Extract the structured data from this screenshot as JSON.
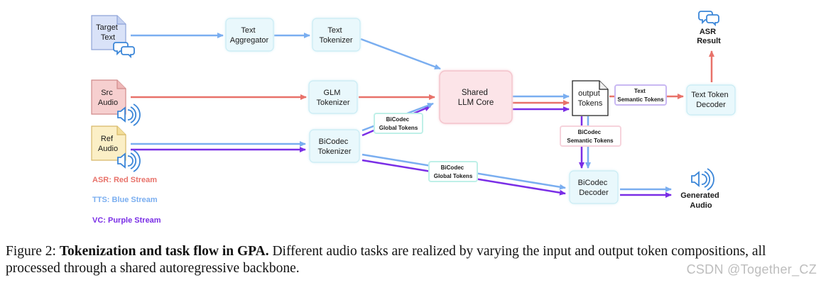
{
  "nodes": {
    "target_text": [
      "Target",
      "Text"
    ],
    "src_audio": [
      "Src",
      "Audio"
    ],
    "ref_audio": [
      "Ref",
      "Audio"
    ],
    "text_aggregator": [
      "Text",
      "Aggregator"
    ],
    "text_tokenizer": [
      "Text",
      "Tokenizer"
    ],
    "glm_tokenizer": [
      "GLM",
      "Tokenizer"
    ],
    "bicodec_tokenizer": [
      "BiCodec",
      "Tokenizer"
    ],
    "llm_core": [
      "Shared",
      "LLM Core"
    ],
    "output_tokens": [
      "output",
      "Tokens"
    ],
    "text_token_decoder": [
      "Text Token",
      "Decoder"
    ],
    "bicodec_decoder": [
      "BiCodec",
      "Decoder"
    ],
    "asr_result": [
      "ASR",
      "Result"
    ],
    "generated_audio": [
      "Generated",
      "Audio"
    ]
  },
  "edge_labels": {
    "bicodec_global_upper": [
      "BiCodec",
      "Global Tokens"
    ],
    "bicodec_global_lower": [
      "BiCodec",
      "Global Tokens"
    ],
    "bicodec_semantic": [
      "BiCodec",
      "Semantic Tokens"
    ],
    "text_semantic": [
      "Text",
      "Semantic Tokens"
    ]
  },
  "legend": {
    "asr": "ASR:  Red Stream",
    "tts": "TTS:  Blue Stream",
    "vc": "VC:  Purple Stream"
  },
  "colors": {
    "red": "#e8726a",
    "blue": "#7aaef0",
    "purple": "#7a2ee6",
    "node_fill": "#e9f8fc",
    "llm_fill": "#fce4e8",
    "target_fill": "#d9e2f8",
    "src_fill": "#f6cfcf",
    "ref_fill": "#fbefc6"
  },
  "caption": {
    "figure": "Figure 2:",
    "title": "Tokenization and task flow in GPA.",
    "body": "Different audio tasks are realized by varying the input and output token compositions, all processed through a shared autoregressive backbone."
  },
  "watermark": "CSDN @Together_CZ"
}
